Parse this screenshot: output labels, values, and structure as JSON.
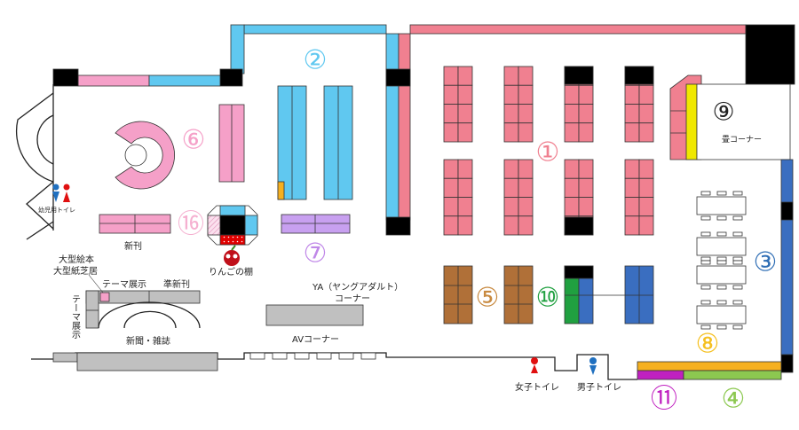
{
  "map": {
    "zones": [
      {
        "id": "1",
        "symbol": "①",
        "color": "#f08090"
      },
      {
        "id": "2",
        "symbol": "②",
        "color": "#60c8f0"
      },
      {
        "id": "3",
        "symbol": "③",
        "color": "#2f6eb5"
      },
      {
        "id": "4",
        "symbol": "④",
        "color": "#8cc850"
      },
      {
        "id": "5",
        "symbol": "⑤",
        "color": "#c88a40"
      },
      {
        "id": "6",
        "symbol": "⑥",
        "color": "#f5a0c8"
      },
      {
        "id": "7",
        "symbol": "⑦",
        "color": "#c088e8"
      },
      {
        "id": "8",
        "symbol": "⑧",
        "color": "#f5c020"
      },
      {
        "id": "9",
        "symbol": "⑨",
        "color": "#e8e000"
      },
      {
        "id": "10",
        "symbol": "⑩",
        "color": "#20a040"
      },
      {
        "id": "11",
        "symbol": "⑪",
        "color": "#c020c0"
      },
      {
        "id": "16",
        "symbol": "⑯",
        "color": "#f5b0d0"
      }
    ],
    "labels": {
      "infant_toilet": "幼児用トイレ",
      "new_books": "新刊",
      "apple_shelf": "りんごの棚",
      "large_picture_books": "大型絵本",
      "large_kamishibai": "大型紙芝居",
      "theme_display_top": "テーマ展示",
      "theme_display_side": "テーマ展示",
      "semi_new_books": "準新刊",
      "newspapers_magazines": "新聞・雑誌",
      "ya_corner_1": "YA（ヤングアダルト）",
      "ya_corner_2": "コーナー",
      "av_corner": "AVコーナー",
      "womens_toilet": "女子トイレ",
      "mens_toilet": "男子トイレ",
      "tatami_corner": "畳コーナー"
    }
  }
}
